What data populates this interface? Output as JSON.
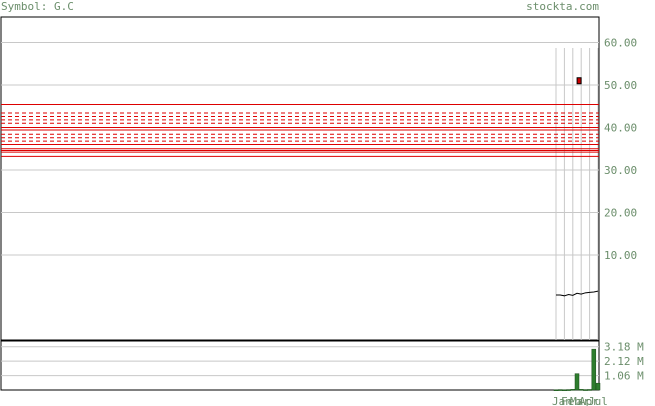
{
  "header": {
    "symbol": "Symbol: G.C",
    "site": "stockta.com"
  },
  "colors": {
    "grid": "#c8c8c8",
    "level_line": "#dd0000",
    "text": "#6b8e6b",
    "volume_bar": "#2e7d2e",
    "candle": "#cc0000"
  },
  "chart_data": [
    {
      "type": "line",
      "panel": "price",
      "ylim": [
        -10,
        66
      ],
      "yticks": [
        "10.00",
        "20.00",
        "30.00",
        "40.00",
        "50.00",
        "60.00"
      ],
      "ytick_values": [
        10,
        20,
        30,
        40,
        50,
        60
      ],
      "support_resistance": {
        "solid": [
          45.4,
          40.0,
          39.4,
          36.0,
          35.0,
          34.6,
          34.2,
          33.2
        ],
        "dashed": [
          43.4,
          42.6,
          41.8,
          41.0,
          38.4,
          37.6,
          36.8
        ]
      },
      "x_labels": [
        "Jan",
        "Feb",
        "Mar",
        "Apr",
        "Jul"
      ],
      "series": [
        {
          "x": [
            0,
            1,
            2,
            3,
            4,
            5,
            6,
            7,
            8,
            9,
            10
          ],
          "values": [
            0.6,
            0.6,
            0.4,
            0.7,
            0.5,
            1.0,
            0.8,
            1.1,
            1.2,
            1.3,
            1.5
          ]
        },
        {
          "x": [
            5.5
          ],
          "values": [
            51.0
          ]
        }
      ]
    },
    {
      "type": "bar",
      "panel": "volume",
      "ylim": [
        0,
        3.6
      ],
      "yticks": [
        "1.06 M",
        "2.12 M",
        "3.18 M"
      ],
      "ytick_values": [
        1.06,
        2.12,
        3.18
      ],
      "x": [
        0,
        1,
        2,
        3,
        4,
        5,
        6,
        7,
        8,
        9,
        10
      ],
      "values": [
        0.02,
        0.03,
        0.02,
        0.03,
        0.05,
        1.2,
        0.05,
        0.03,
        0.04,
        3.0,
        0.5
      ]
    }
  ]
}
